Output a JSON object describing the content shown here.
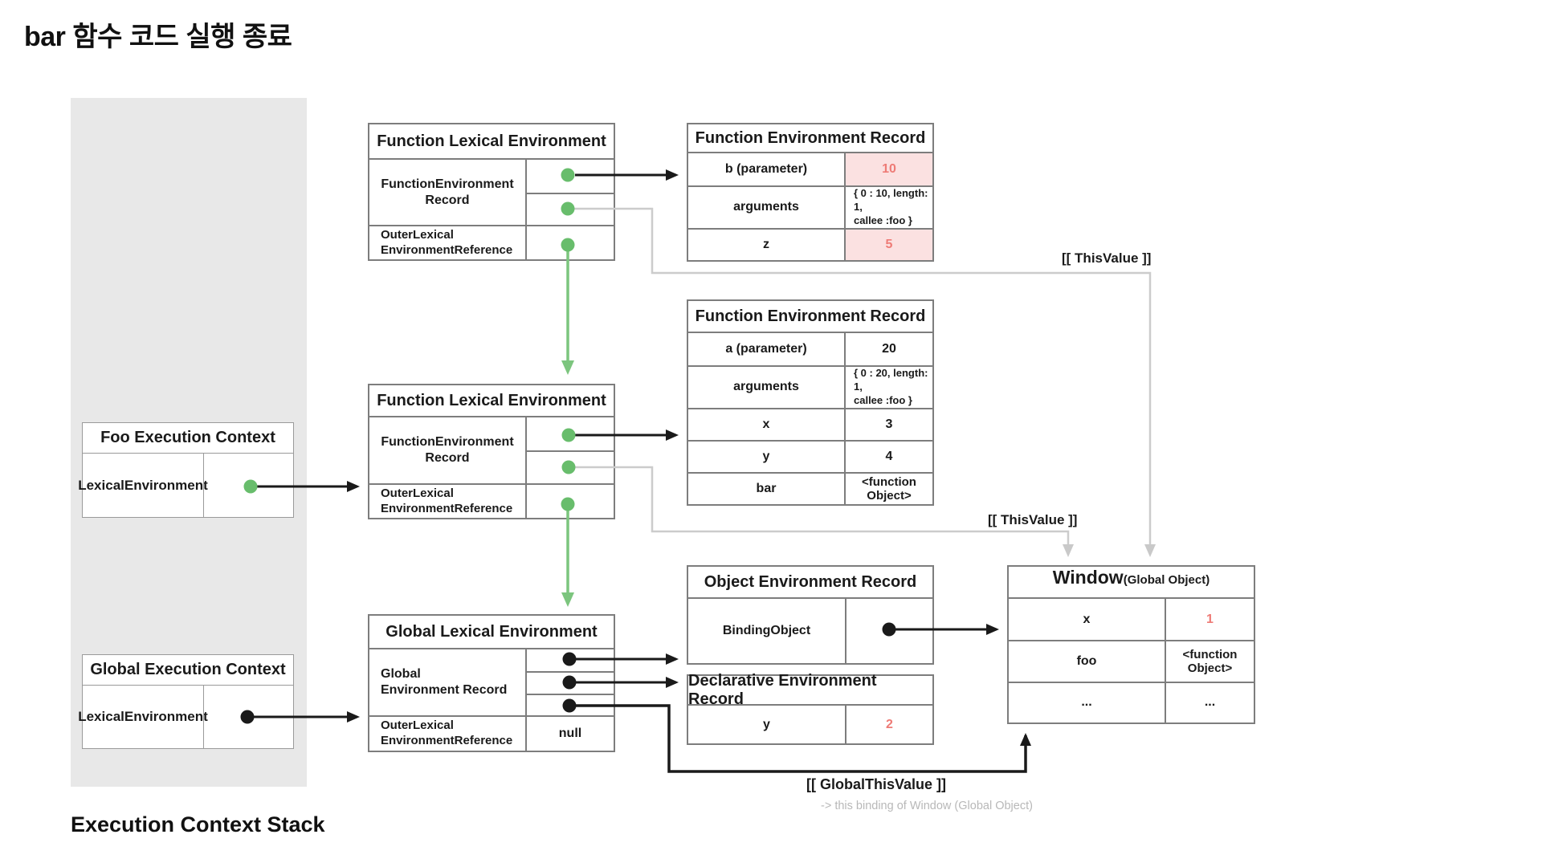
{
  "title": "bar 함수 코드 실행 종료",
  "stack": {
    "label": "Execution Context Stack"
  },
  "colors": {
    "accent_green": "#68bd6c",
    "accent_red": "#ee7b76",
    "highlight_pink": "#fbe1e1",
    "gray_line": "#cccccc",
    "stack_bg": "#e8e8e8",
    "note_gray": "#b8b8b8"
  },
  "foo_ec": {
    "title": "Foo Execution Context",
    "lexical_label": "LexicalEnvironment"
  },
  "global_ec": {
    "title": "Global Execution Context",
    "lexical_label": "LexicalEnvironment"
  },
  "fle1": {
    "title": "Function Lexical Environment",
    "record_line1": "FunctionEnvironment",
    "record_line2": "Record",
    "outer_line1": "OuterLexical",
    "outer_line2": "EnvironmentReference"
  },
  "fle2": {
    "title": "Function Lexical Environment",
    "record_line1": "FunctionEnvironment",
    "record_line2": "Record",
    "outer_line1": "OuterLexical",
    "outer_line2": "EnvironmentReference"
  },
  "gle": {
    "title": "Global Lexical Environment",
    "record_line1": "Global",
    "record_line2": "Environment Record",
    "outer_line1": "OuterLexical",
    "outer_line2": "EnvironmentReference",
    "outer_value": "null"
  },
  "fer1": {
    "title": "Function Environment Record",
    "rows": [
      {
        "key": "b (parameter)",
        "value": "10"
      },
      {
        "key": "arguments",
        "value_line1": "{ 0 : 10, length: 1,",
        "value_line2": "callee :foo }"
      },
      {
        "key": "z",
        "value": "5"
      }
    ]
  },
  "fer2": {
    "title": "Function Environment Record",
    "rows": [
      {
        "key": "a (parameter)",
        "value": "20"
      },
      {
        "key": "arguments",
        "value_line1": "{ 0 : 20, length: 1,",
        "value_line2": "callee :foo }"
      },
      {
        "key": "x",
        "value": "3"
      },
      {
        "key": "y",
        "value": "4"
      },
      {
        "key": "bar",
        "value": "<function Object>"
      }
    ]
  },
  "oer": {
    "title": "Object Environment Record",
    "binding_label": "BindingObject"
  },
  "der": {
    "title": "Declarative Environment Record",
    "rows": [
      {
        "key": "y",
        "value": "2"
      }
    ]
  },
  "window_obj": {
    "title": "Window",
    "subtitle": "(Global Object)",
    "rows": [
      {
        "key": "x",
        "value": "1"
      },
      {
        "key": "foo",
        "value": "<function Object>"
      },
      {
        "key": "...",
        "value": "..."
      }
    ]
  },
  "annotations": {
    "this_value_top": "[[ ThisValue ]]",
    "this_value_mid": "[[ ThisValue ]]",
    "global_this_value": "[[ GlobalThisValue ]]",
    "global_this_note": "-> this binding of Window (Global Object)"
  }
}
